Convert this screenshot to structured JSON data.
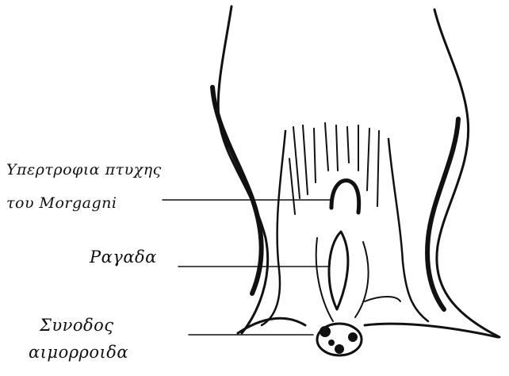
{
  "labels": {
    "hypertrophic_papilla_line1": "Υπερτροφια πτυχης",
    "hypertrophic_papilla_line2": "του Morgagni",
    "fissure": "Ραγαδα",
    "sentinel_pile_line1": "Συνοδος",
    "sentinel_pile_line2": "αιμορροιδα"
  },
  "colors": {
    "ink": "#111111",
    "background": "#ffffff"
  }
}
